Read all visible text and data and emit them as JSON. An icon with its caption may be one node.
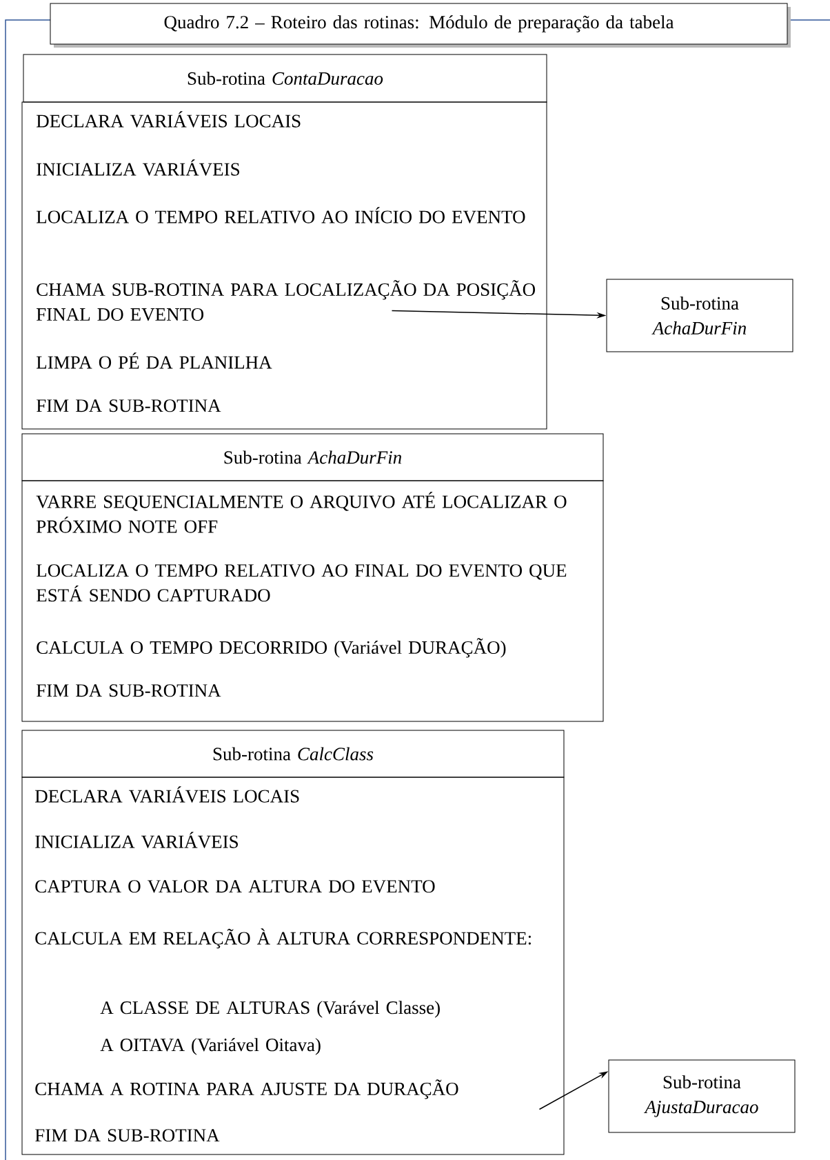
{
  "diagram": {
    "nodes": [
      {
        "text": [
          "Quadro 7.2 – Roteiro das rotinas: Módulo de preparação da tabela"
        ]
      },
      {
        "text": [
          "Sub-rotina *ContaDuracao*"
        ]
      },
      {
        "text": [
          "DECLARA VARIÁVEIS LOCAIS",
          "INICIALIZA VARIÁVEIS",
          "LOCALIZA O TEMPO RELATIVO AO INÍCIO DO EVENTO",
          "CHAMA SUB-ROTINA PARA LOCALIZAÇÃO DA POSIÇÃO FINAL DO EVENTO",
          "LIMPA O PÉ DA PLANILHA",
          "FIM DA SUB-ROTINA"
        ]
      },
      {
        "text": [
          "Sub-rotina *AchaDurFin*"
        ]
      },
      {
        "text": [
          "Sub-rotina *AchaDurFin*"
        ]
      },
      {
        "text": [
          "VARRE SEQUENCIALMENTE O ARQUIVO ATÉ LOCALIZAR O PRÓXIMO NOTE OFF",
          "LOCALIZA O TEMPO RELATIVO AO FINAL DO EVENTO QUE ESTÁ SENDO CAPTURADO",
          "CALCULA O TEMPO DECORRIDO (Variável DURAÇÃO)",
          "FIM DA SUB-ROTINA"
        ]
      },
      {
        "text": [
          "Sub-rotina *CalcClass*"
        ]
      },
      {
        "text": [
          "DECLARA VARIÁVEIS LOCAIS",
          "INICIALIZA VARIÁVEIS",
          "CAPTURA O VALOR DA ALTURA DO EVENTO",
          "CALCULA EM RELAÇÃO À ALTURA CORRESPONDENTE:",
          "A CLASSE DE ALTURAS (Varável Classe)",
          "A OITAVA (Variável Oitava)",
          "CHAMA A ROTINA PARA AJUSTE DA DURAÇÃO",
          "FIM DA SUB-ROTINA"
        ]
      },
      {
        "text": [
          "Sub-rotina *AjustaDuracao*"
        ]
      }
    ],
    "edges": [
      {
        "from": 2,
        "to": 3,
        "arrow": "to"
      },
      {
        "from": 7,
        "to": 8,
        "arrow": "to"
      }
    ]
  }
}
